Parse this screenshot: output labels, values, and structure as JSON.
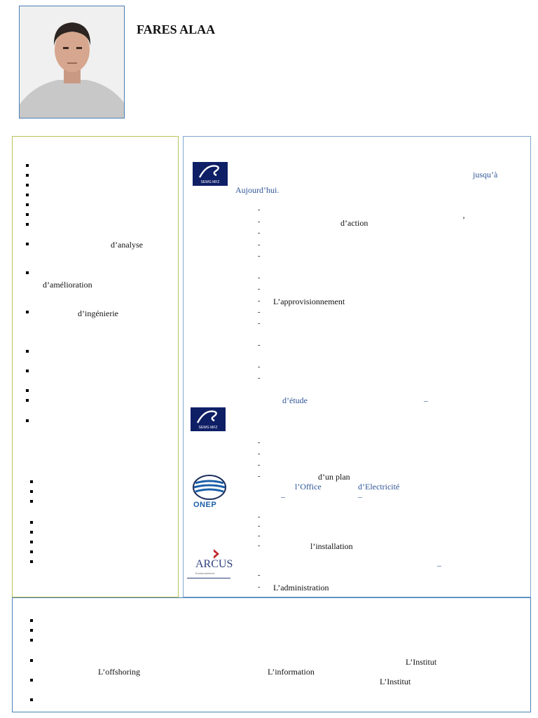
{
  "header": {
    "name": "FARES ALAA"
  },
  "left_column": {
    "items": {
      "analyse": "d’analyse",
      "amelioration": "d’amélioration",
      "ingenierie": "d’ingénierie"
    }
  },
  "experience": {
    "period_1": "jusqu’à",
    "period_2": "Aujourd’hui.",
    "action": "d’action",
    "apostrophe": "’",
    "approvisionnement": "L’approvisionnement",
    "etude": "d’étude",
    "dash_1": "–",
    "plan": "d’un plan",
    "office": "l’Office",
    "electricite": "d’Electricité",
    "dash_2": "–",
    "dash_3": "–",
    "installation": "l’installation",
    "dash_4": "–",
    "administration": "L’administration"
  },
  "logos": {
    "sewg_caption": "SEWG MFZ",
    "onep": "ONEP",
    "arcus": "ARCUS",
    "arcus_sub": "Environnement"
  },
  "bottom": {
    "institut_1": "L’Institut",
    "offshoring": "L’offshoring",
    "information": "L’information",
    "institut_2": "L’Institut"
  },
  "colors": {
    "accent_blue": "#2f5597",
    "logo_navy": "#0f1f66",
    "panel_left_border": "#b9c25a",
    "panel_right_border": "#7fa6d1"
  }
}
